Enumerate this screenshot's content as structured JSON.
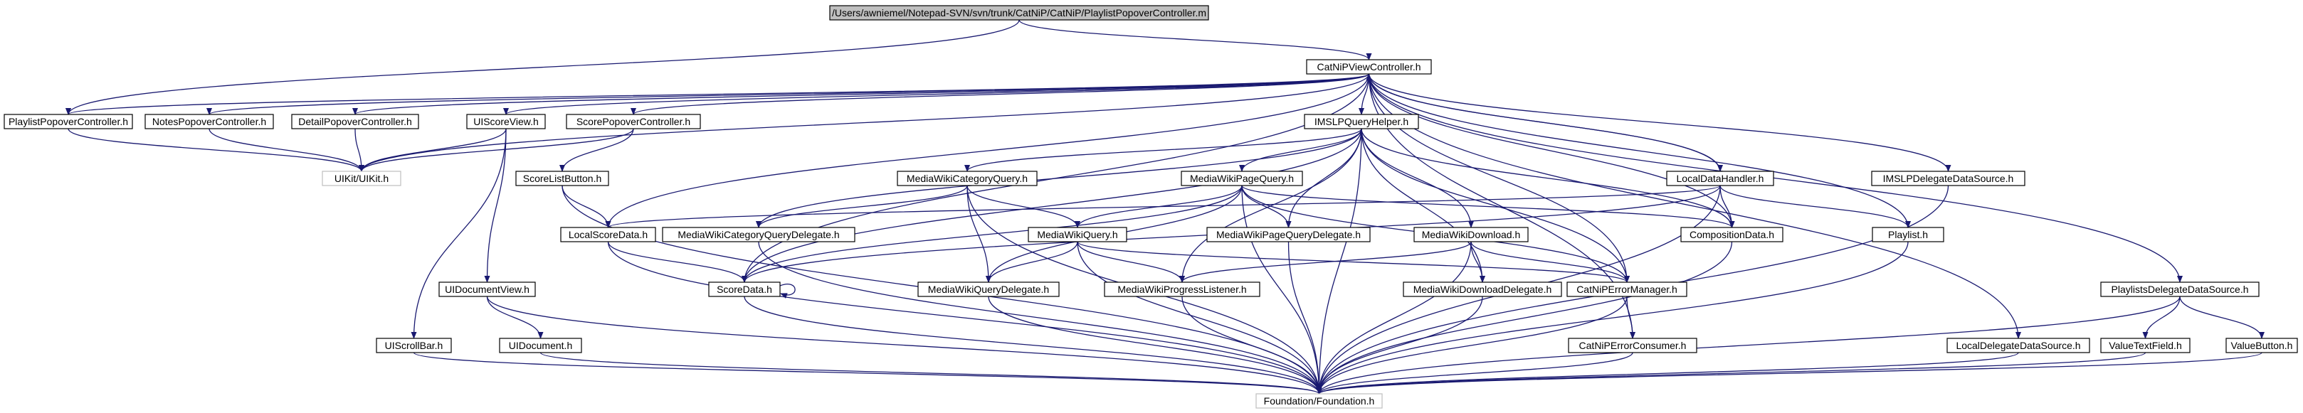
{
  "colors": {
    "edge": "#191970",
    "node_border": "#000000",
    "node_fill": "#ffffff",
    "root_fill": "#bfbfbf",
    "external_border": "#bfbfbf",
    "text": "#000000"
  },
  "nodes": [
    {
      "id": "root",
      "label": "/Users/awniemel/Notepad-SVN/svn/trunk/CatNiP/CatNiP/PlaylistPopoverController.m",
      "style": "root"
    },
    {
      "id": "catnipvc",
      "label": "CatNiPViewController.h",
      "style": "normal"
    },
    {
      "id": "playlistpc",
      "label": "PlaylistPopoverController.h",
      "style": "normal"
    },
    {
      "id": "notespc",
      "label": "NotesPopoverController.h",
      "style": "normal"
    },
    {
      "id": "detailpc",
      "label": "DetailPopoverController.h",
      "style": "normal"
    },
    {
      "id": "uiscoreview",
      "label": "UIScoreView.h",
      "style": "normal"
    },
    {
      "id": "scorepc",
      "label": "ScorePopoverController.h",
      "style": "normal"
    },
    {
      "id": "imslpqh",
      "label": "IMSLPQueryHelper.h",
      "style": "normal"
    },
    {
      "id": "uikit",
      "label": "UIKit/UIKit.h",
      "style": "external"
    },
    {
      "id": "scorelistbutton",
      "label": "ScoreListButton.h",
      "style": "normal"
    },
    {
      "id": "mwcategoryquery",
      "label": "MediaWikiCategoryQuery.h",
      "style": "normal"
    },
    {
      "id": "mwpagequery",
      "label": "MediaWikiPageQuery.h",
      "style": "normal"
    },
    {
      "id": "localdatahandler",
      "label": "LocalDataHandler.h",
      "style": "normal"
    },
    {
      "id": "imslpdelegateds",
      "label": "IMSLPDelegateDataSource.h",
      "style": "normal"
    },
    {
      "id": "localscoredata",
      "label": "LocalScoreData.h",
      "style": "normal"
    },
    {
      "id": "mwcategoryqd",
      "label": "MediaWikiCategoryQueryDelegate.h",
      "style": "normal"
    },
    {
      "id": "mwquery",
      "label": "MediaWikiQuery.h",
      "style": "normal"
    },
    {
      "id": "mwpageqd",
      "label": "MediaWikiPageQueryDelegate.h",
      "style": "normal"
    },
    {
      "id": "mwdownload",
      "label": "MediaWikiDownload.h",
      "style": "normal"
    },
    {
      "id": "compositiondata",
      "label": "CompositionData.h",
      "style": "normal"
    },
    {
      "id": "playlist",
      "label": "Playlist.h",
      "style": "normal"
    },
    {
      "id": "playlistsdelegateds",
      "label": "PlaylistsDelegateDataSource.h",
      "style": "normal"
    },
    {
      "id": "uidocumentview",
      "label": "UIDocumentView.h",
      "style": "normal"
    },
    {
      "id": "scoredata",
      "label": "ScoreData.h",
      "style": "normal"
    },
    {
      "id": "mwquerydelegate",
      "label": "MediaWikiQueryDelegate.h",
      "style": "normal"
    },
    {
      "id": "mwprogresslistener",
      "label": "MediaWikiProgressListener.h",
      "style": "normal"
    },
    {
      "id": "mwdownloaddelegate",
      "label": "MediaWikiDownloadDelegate.h",
      "style": "normal"
    },
    {
      "id": "catniperrormanager",
      "label": "CatNiPErrorManager.h",
      "style": "normal"
    },
    {
      "id": "uiscrollbar",
      "label": "UIScrollBar.h",
      "style": "normal"
    },
    {
      "id": "uidocument",
      "label": "UIDocument.h",
      "style": "normal"
    },
    {
      "id": "catniperrorconsumer",
      "label": "CatNiPErrorConsumer.h",
      "style": "normal"
    },
    {
      "id": "localdelegateds",
      "label": "LocalDelegateDataSource.h",
      "style": "normal"
    },
    {
      "id": "valuetextfield",
      "label": "ValueTextField.h",
      "style": "normal"
    },
    {
      "id": "valuebutton",
      "label": "ValueButton.h",
      "style": "normal"
    },
    {
      "id": "foundation",
      "label": "Foundation/Foundation.h",
      "style": "external"
    }
  ],
  "edges": [
    [
      "root",
      "catnipvc"
    ],
    [
      "root",
      "playlistpc"
    ],
    [
      "catnipvc",
      "playlistpc"
    ],
    [
      "catnipvc",
      "notespc"
    ],
    [
      "catnipvc",
      "detailpc"
    ],
    [
      "catnipvc",
      "uiscoreview"
    ],
    [
      "catnipvc",
      "scorepc"
    ],
    [
      "catnipvc",
      "imslpqh"
    ],
    [
      "catnipvc",
      "uikit"
    ],
    [
      "catnipvc",
      "localdatahandler"
    ],
    [
      "catnipvc",
      "imslpdelegateds"
    ],
    [
      "catnipvc",
      "localscoredata"
    ],
    [
      "catnipvc",
      "scoredata"
    ],
    [
      "catnipvc",
      "compositiondata"
    ],
    [
      "catnipvc",
      "playlist"
    ],
    [
      "catnipvc",
      "playlistsdelegateds"
    ],
    [
      "catnipvc",
      "localdelegateds"
    ],
    [
      "catnipvc",
      "catniperrormanager"
    ],
    [
      "catnipvc",
      "catniperrorconsumer"
    ],
    [
      "playlistpc",
      "uikit"
    ],
    [
      "notespc",
      "uikit"
    ],
    [
      "detailpc",
      "uikit"
    ],
    [
      "uiscoreview",
      "uikit"
    ],
    [
      "uiscoreview",
      "uidocumentview"
    ],
    [
      "uiscoreview",
      "uiscrollbar"
    ],
    [
      "scorepc",
      "uikit"
    ],
    [
      "scorepc",
      "scorelistbutton"
    ],
    [
      "scorelistbutton",
      "localscoredata"
    ],
    [
      "scorelistbutton",
      "foundation"
    ],
    [
      "imslpqh",
      "mwcategoryquery"
    ],
    [
      "imslpqh",
      "mwpagequery"
    ],
    [
      "imslpqh",
      "mwdownload"
    ],
    [
      "imslpqh",
      "mwcategoryqd"
    ],
    [
      "imslpqh",
      "mwpageqd"
    ],
    [
      "imslpqh",
      "mwprogresslistener"
    ],
    [
      "imslpqh",
      "mwdownloaddelegate"
    ],
    [
      "imslpqh",
      "catniperrormanager"
    ],
    [
      "imslpqh",
      "compositiondata"
    ],
    [
      "imslpqh",
      "scoredata"
    ],
    [
      "imslpqh",
      "foundation"
    ],
    [
      "mwcategoryquery",
      "mwquery"
    ],
    [
      "mwcategoryquery",
      "mwcategoryqd"
    ],
    [
      "mwcategoryquery",
      "mwquerydelegate"
    ],
    [
      "mwcategoryquery",
      "foundation"
    ],
    [
      "mwpagequery",
      "mwquery"
    ],
    [
      "mwpagequery",
      "mwpageqd"
    ],
    [
      "mwpagequery",
      "mwquerydelegate"
    ],
    [
      "mwpagequery",
      "compositiondata"
    ],
    [
      "mwpagequery",
      "scoredata"
    ],
    [
      "mwpagequery",
      "catniperrormanager"
    ],
    [
      "mwpagequery",
      "foundation"
    ],
    [
      "localdatahandler",
      "catnipvc"
    ],
    [
      "localdatahandler",
      "localscoredata"
    ],
    [
      "localdatahandler",
      "scoredata"
    ],
    [
      "localdatahandler",
      "compositiondata"
    ],
    [
      "localdatahandler",
      "playlist"
    ],
    [
      "localdatahandler",
      "foundation"
    ],
    [
      "imslpdelegateds",
      "foundation"
    ],
    [
      "localscoredata",
      "scoredata"
    ],
    [
      "localscoredata",
      "foundation"
    ],
    [
      "mwcategoryqd",
      "foundation"
    ],
    [
      "mwquery",
      "mwquerydelegate"
    ],
    [
      "mwquery",
      "mwprogresslistener"
    ],
    [
      "mwquery",
      "catniperrormanager"
    ],
    [
      "mwquery",
      "foundation"
    ],
    [
      "mwpageqd",
      "foundation"
    ],
    [
      "mwdownload",
      "mwdownloaddelegate"
    ],
    [
      "mwdownload",
      "mwprogresslistener"
    ],
    [
      "mwdownload",
      "catniperrormanager"
    ],
    [
      "mwdownload",
      "foundation"
    ],
    [
      "compositiondata",
      "foundation"
    ],
    [
      "playlist",
      "foundation"
    ],
    [
      "playlistsdelegateds",
      "valuetextfield"
    ],
    [
      "playlistsdelegateds",
      "valuebutton"
    ],
    [
      "playlistsdelegateds",
      "foundation"
    ],
    [
      "uidocumentview",
      "uidocument"
    ],
    [
      "uidocumentview",
      "foundation"
    ],
    [
      "scoredata",
      "scoredata"
    ],
    [
      "scoredata",
      "foundation"
    ],
    [
      "mwquerydelegate",
      "foundation"
    ],
    [
      "mwprogresslistener",
      "foundation"
    ],
    [
      "mwdownloaddelegate",
      "foundation"
    ],
    [
      "catniperrormanager",
      "catniperrorconsumer"
    ],
    [
      "catniperrormanager",
      "foundation"
    ],
    [
      "uiscrollbar",
      "foundation"
    ],
    [
      "uidocument",
      "foundation"
    ],
    [
      "catniperrorconsumer",
      "foundation"
    ],
    [
      "localdelegateds",
      "foundation"
    ],
    [
      "valuetextfield",
      "foundation"
    ],
    [
      "valuebutton",
      "foundation"
    ]
  ]
}
